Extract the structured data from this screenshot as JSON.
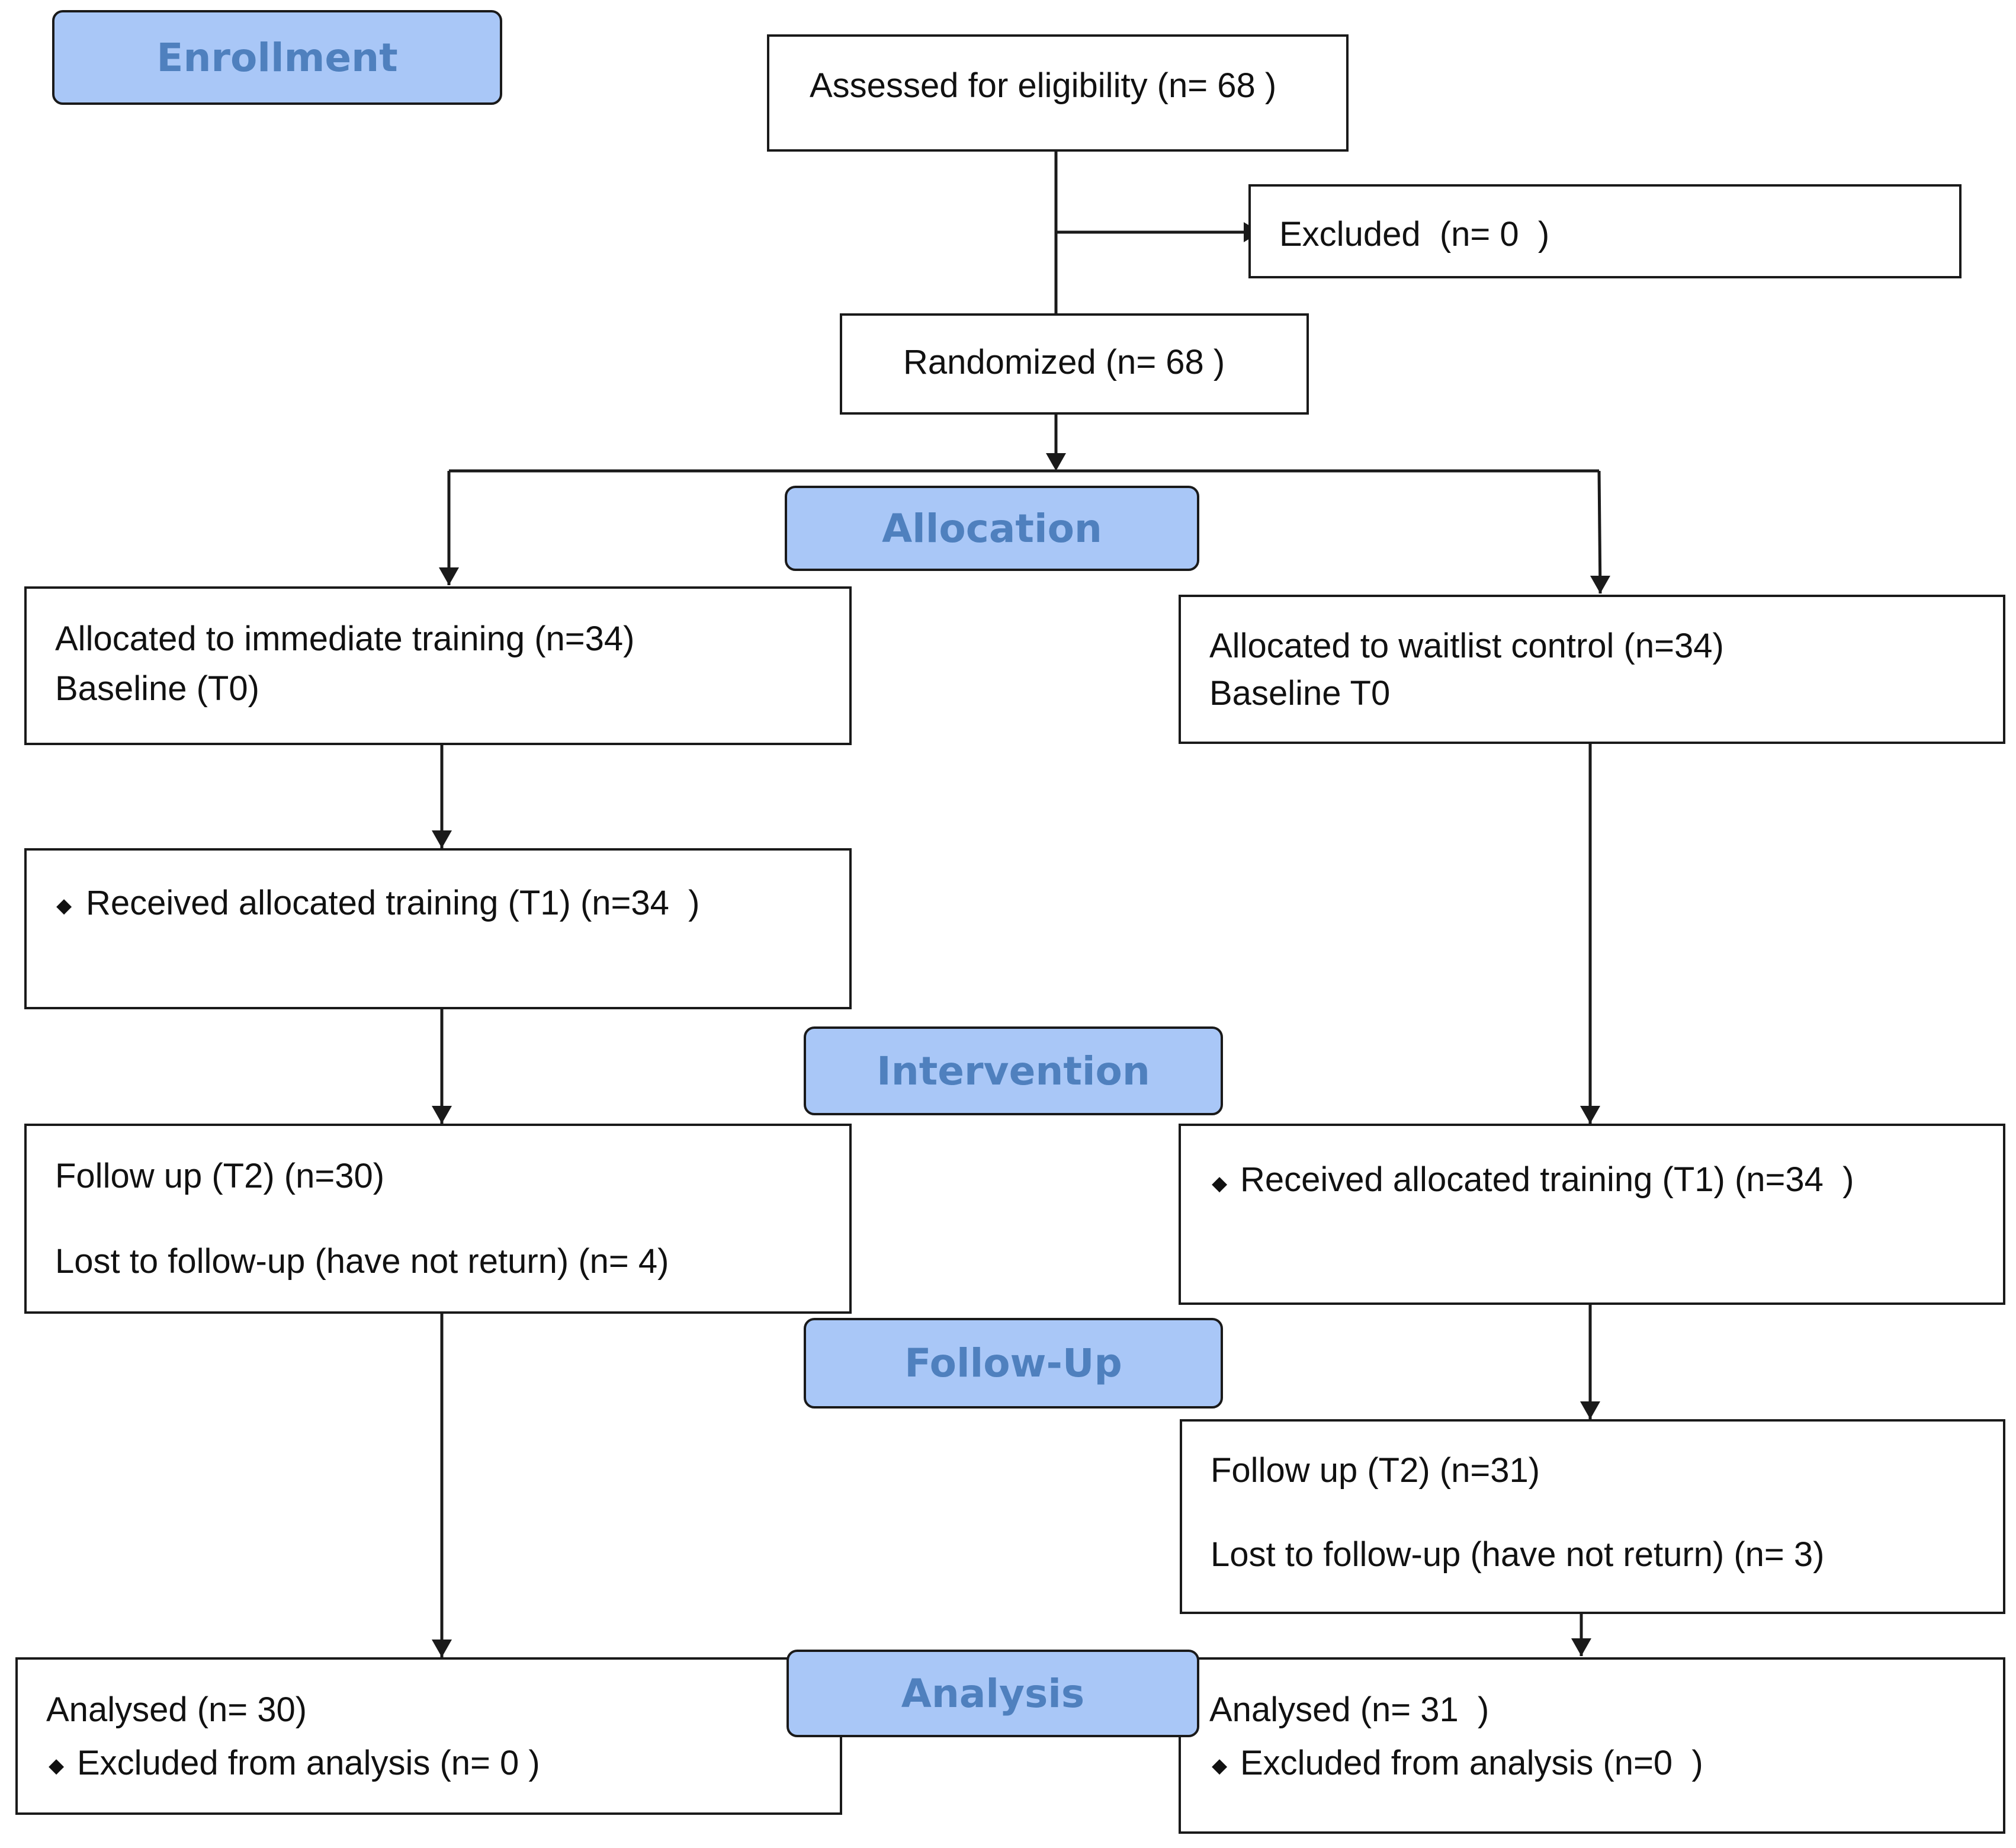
{
  "stages": {
    "enrollment": "Enrollment",
    "allocation": "Allocation",
    "intervention": "Intervention",
    "follow_up": "Follow-Up",
    "analysis": "Analysis"
  },
  "enrollment": {
    "assessed": "Assessed for eligibility (n= 68 )",
    "excluded": "Excluded  (n= 0  )",
    "randomized": "Randomized (n= 68 )"
  },
  "immediate_arm": {
    "allocated": "Allocated to immediate training (n=34)",
    "baseline": "Baseline (T0)",
    "received": "Received allocated training (T1) (n=34  )",
    "follow_up": "Follow up (T2) (n=30)",
    "lost": "Lost to follow-up (have not return) (n= 4)",
    "analysed": "Analysed (n= 30)",
    "excluded_analysis": "Excluded from analysis (n= 0 )"
  },
  "waitlist_arm": {
    "allocated": "Allocated to waitlist control (n=34)",
    "baseline": "Baseline T0",
    "received": "Received allocated training (T1) (n=34  )",
    "follow_up": "Follow up (T2) (n=31)",
    "lost": "Lost to follow-up (have not return) (n= 3)",
    "analysed": "Analysed (n= 31  )",
    "excluded_analysis": "Excluded from analysis (n=0  )"
  },
  "bullet_glyph": "◆",
  "colors": {
    "stage_fill": "#a9c7f7",
    "stage_text": "#4f80be",
    "line": "#1a1a1a"
  }
}
